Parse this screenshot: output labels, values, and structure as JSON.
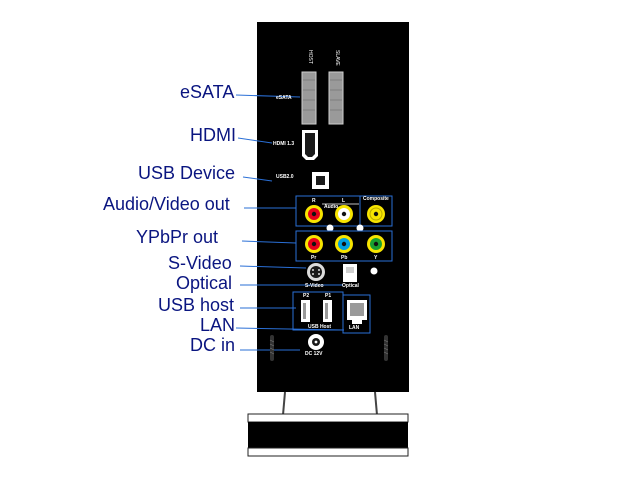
{
  "labels": [
    {
      "id": "esata",
      "text": "eSATA"
    },
    {
      "id": "hdmi",
      "text": "HDMI"
    },
    {
      "id": "usb-device",
      "text": "USB Device"
    },
    {
      "id": "av-out",
      "text": "Audio/Video out"
    },
    {
      "id": "ypbpr-out",
      "text": "YPbPr out"
    },
    {
      "id": "s-video",
      "text": "S-Video"
    },
    {
      "id": "optical",
      "text": "Optical"
    },
    {
      "id": "usb-host",
      "text": "USB host"
    },
    {
      "id": "lan",
      "text": "LAN"
    },
    {
      "id": "dc-in",
      "text": "DC  in"
    }
  ],
  "panel": {
    "host": "HOST",
    "slave": "SLAVE",
    "esata": "eSATA",
    "hdmi": "HDMI 1.3",
    "usb2": "USB2.0",
    "r": "R",
    "l": "L",
    "audio": "Audio",
    "composite": "Composite",
    "pr": "Pr",
    "pb": "Pb",
    "y": "Y",
    "svideo": "S-Video",
    "optical": "Optical",
    "p2": "P2",
    "p1": "P1",
    "usbhost": "USB Host",
    "lan": "LAN",
    "dc": "DC 12V"
  },
  "colors": {
    "label": "#0a1580",
    "leader": "#2a6fd6",
    "body": "#000000",
    "yellow": "#f7e400",
    "red": "#e3001b",
    "white": "#ffffff",
    "blue": "#00a0e0",
    "green": "#18a030"
  }
}
